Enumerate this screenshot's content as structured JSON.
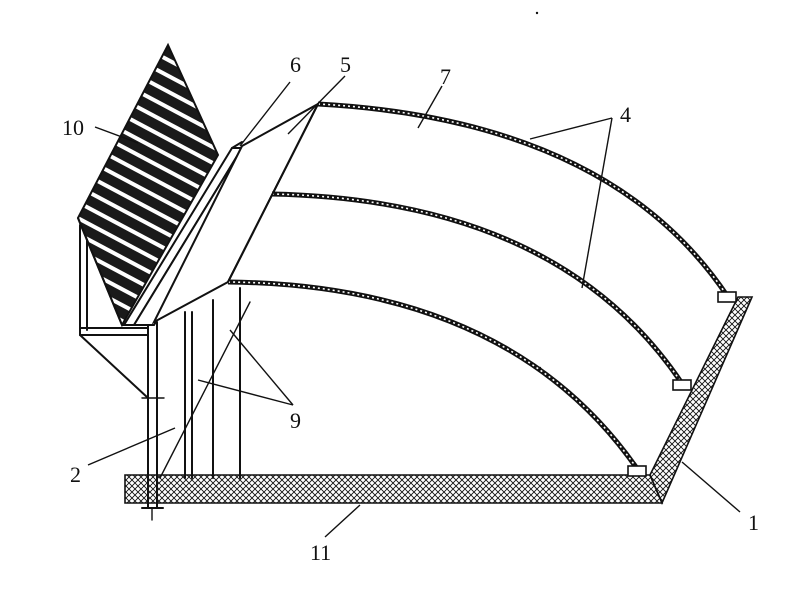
{
  "figure": {
    "labels": {
      "l1": "1",
      "l2": "2",
      "l4": "4",
      "l5": "5",
      "l6": "6",
      "l7": "7",
      "l9": "9",
      "l10": "10",
      "l11": "11"
    }
  }
}
